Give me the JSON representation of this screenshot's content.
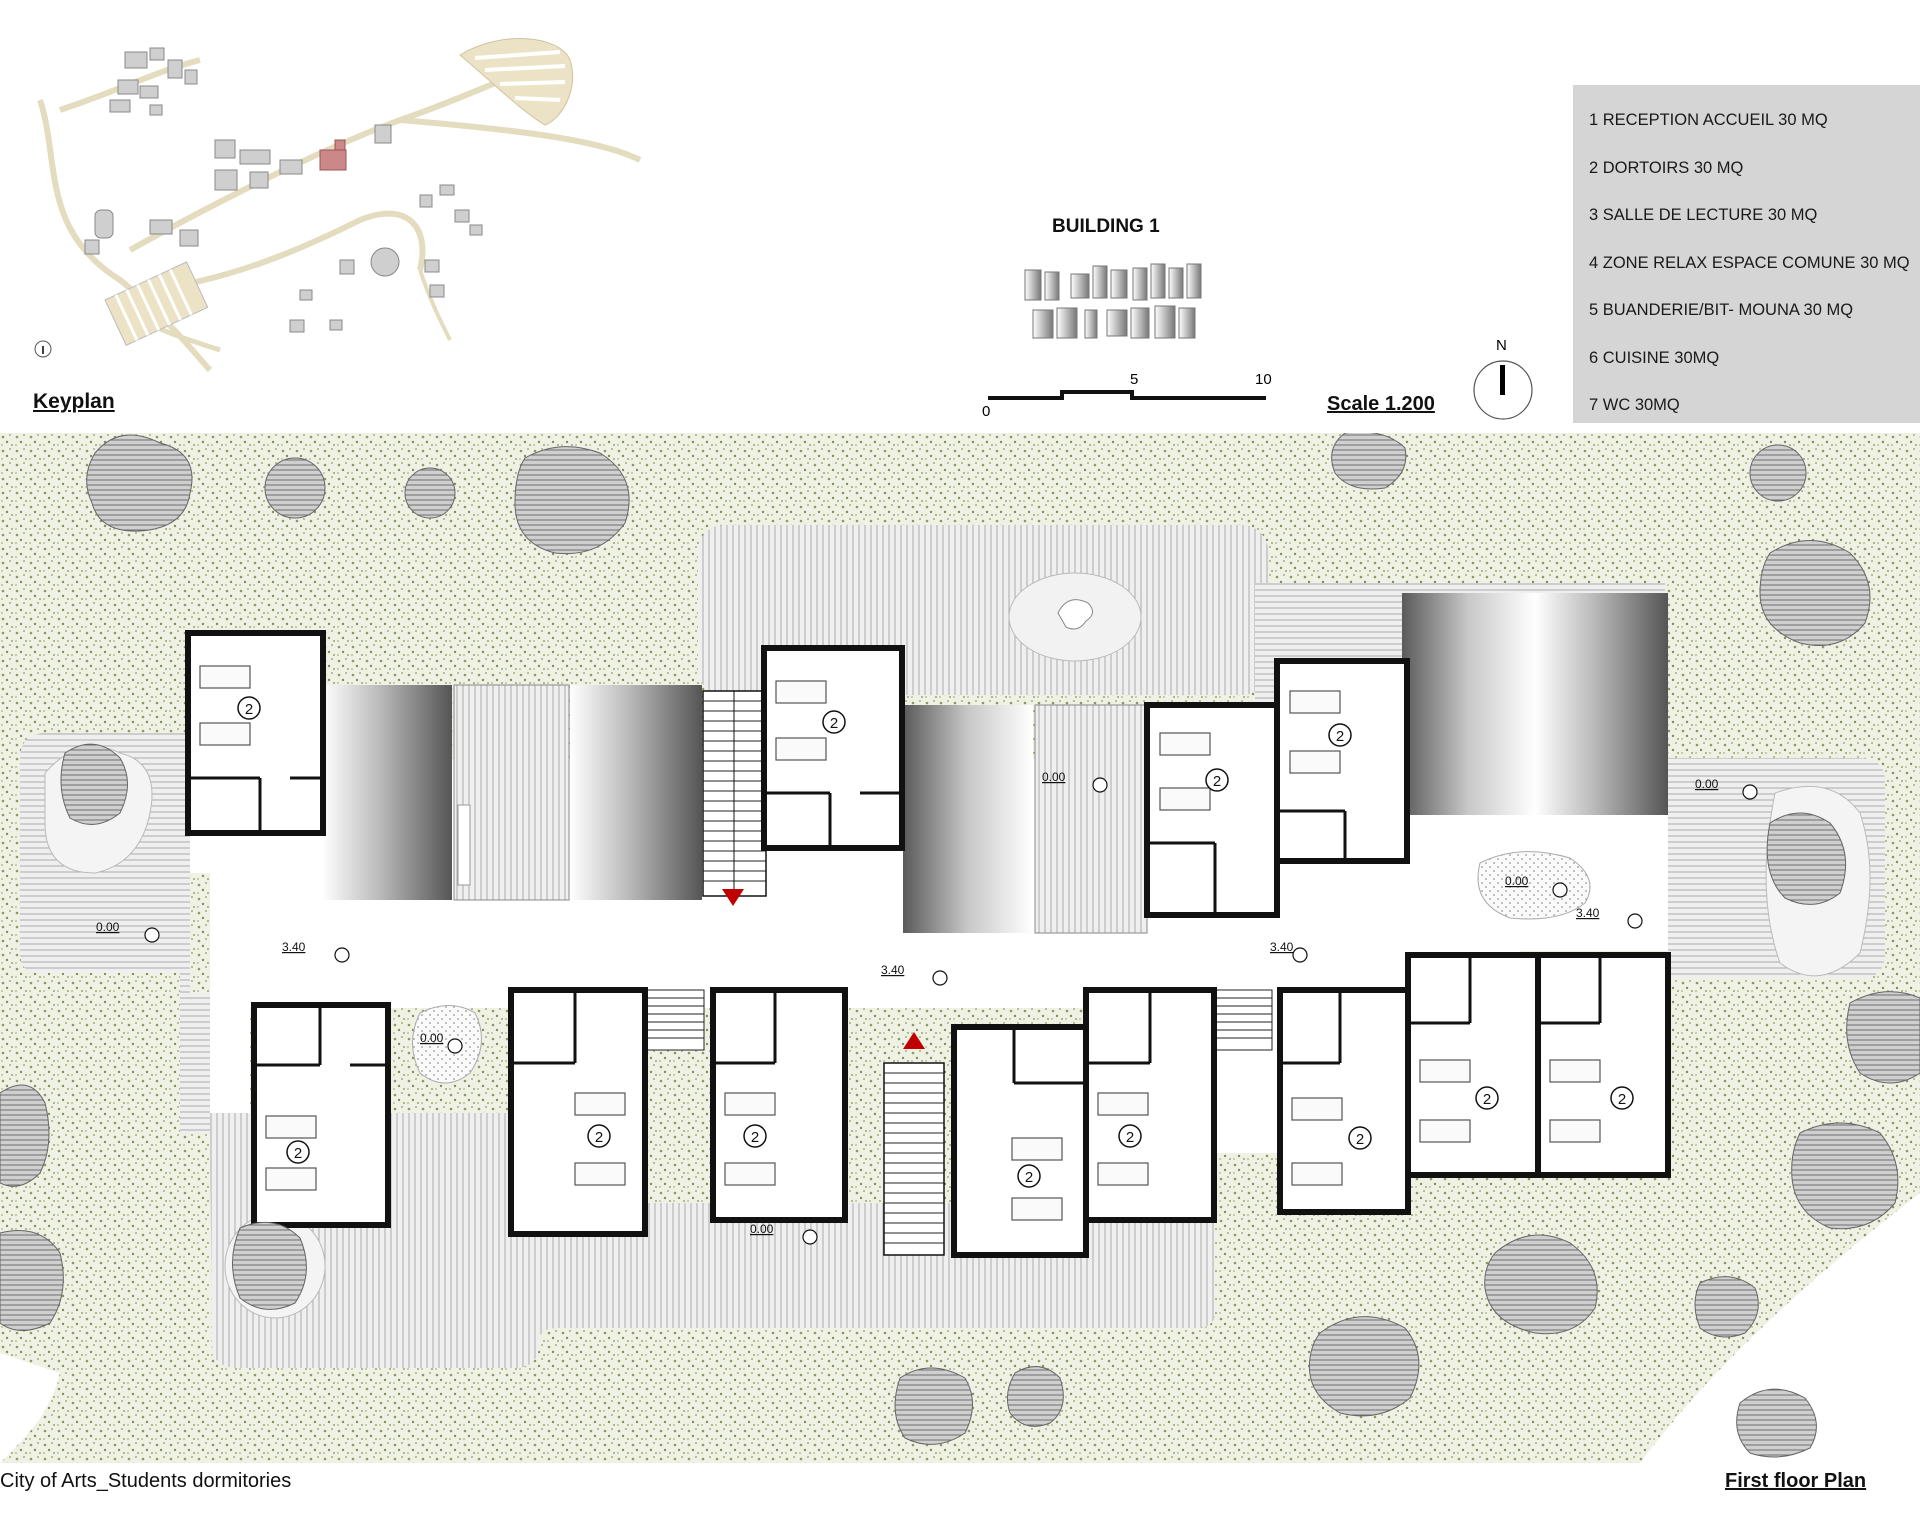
{
  "keyplan": {
    "label": "Keyplan"
  },
  "building": {
    "title": "BUILDING 1"
  },
  "scale": {
    "label": "Scale 1.200",
    "ticks": [
      "0",
      "5",
      "10"
    ]
  },
  "north": {
    "label": "N"
  },
  "legend": {
    "items": [
      "1 RECEPTION ACCUEIL 30 MQ",
      "2 DORTOIRS  30 MQ",
      "3 SALLE DE LECTURE 30 MQ",
      "4 ZONE RELAX ESPACE COMUNE 30 MQ",
      "5 BUANDERIE/BIT- MOUNA 30 MQ",
      "6 CUISINE 30MQ",
      "7 WC 30MQ"
    ]
  },
  "plan": {
    "room_tag": "2",
    "levels": {
      "ground": "0.00",
      "floor": "3.40"
    }
  },
  "footer": {
    "project": "City of Arts_Students dormitories",
    "drawing": "First floor Plan"
  },
  "colors": {
    "grass": "#dfe5cf",
    "deck": "#e9e9e9",
    "wall": "#111111",
    "entry_marker": "#c00000",
    "legend_bg": "#d5d5d5"
  }
}
